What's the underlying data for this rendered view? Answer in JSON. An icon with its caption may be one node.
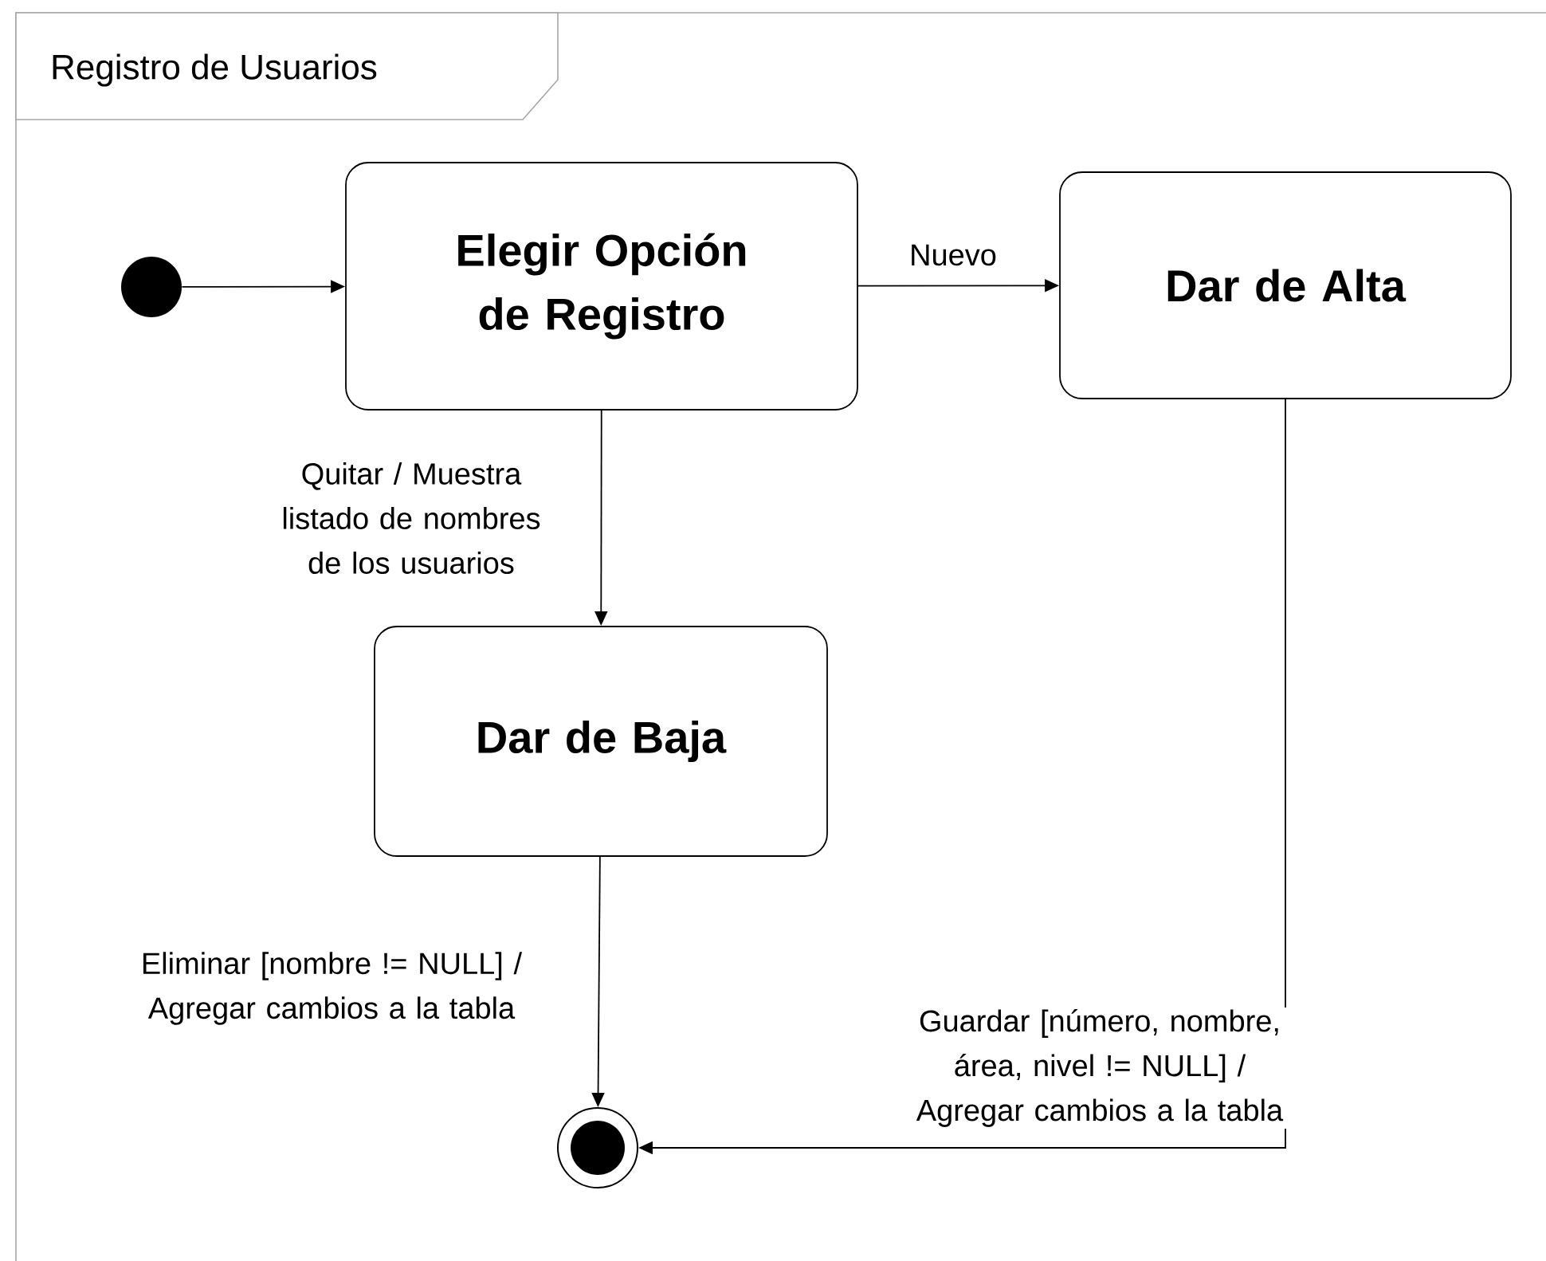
{
  "diagram": {
    "title": "Registro de Usuarios",
    "nodes": [
      {
        "text": [],
        "shape": "circle"
      },
      {
        "text": [
          "Elegir Opción de Registro"
        ]
      },
      {
        "text": [
          "Dar de Alta"
        ]
      },
      {
        "text": [
          "Dar de Baja"
        ]
      },
      {
        "text": [],
        "shape": "circle"
      }
    ],
    "edges": [
      {
        "from": 0,
        "to": 1,
        "arrow": "to"
      },
      {
        "from": 1,
        "to": 2,
        "arrow": "to",
        "label": "Nuevo"
      },
      {
        "from": 1,
        "to": 3,
        "arrow": "to",
        "label": "Quitar / Muestra listado de nombres de los usuarios"
      },
      {
        "from": 3,
        "to": 4,
        "arrow": "to",
        "label": "Eliminar [nombre != NULL] / Agregar cambios a la tabla"
      },
      {
        "from": 2,
        "to": 4,
        "arrow": "to",
        "label": "Guardar [número, nombre, área, nivel != NULL] / Agregar cambios a la tabla"
      }
    ]
  }
}
